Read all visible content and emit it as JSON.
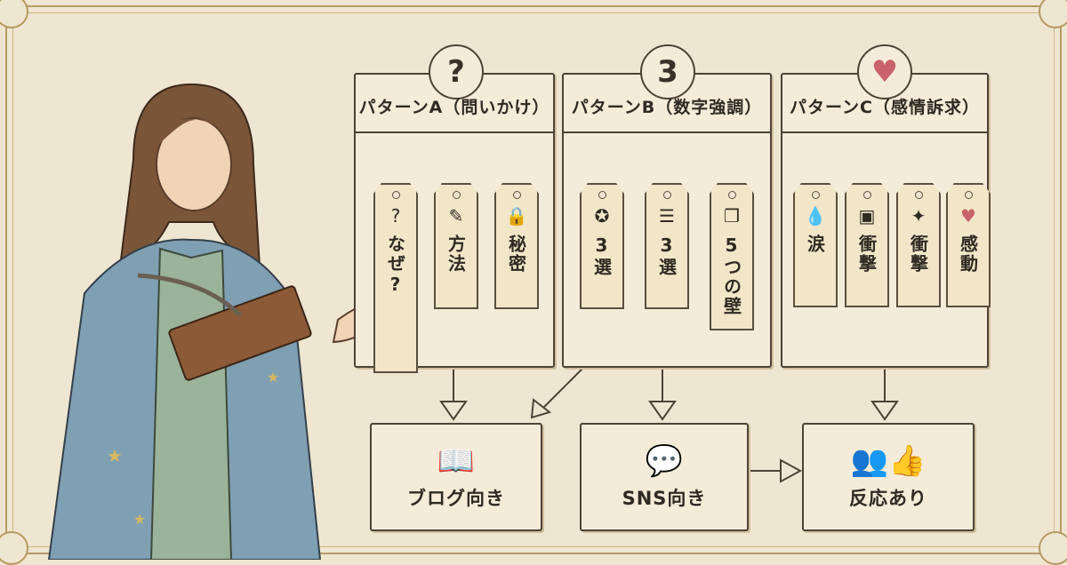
{
  "colors": {
    "parchment": "#efe6d2",
    "ink": "#4d4335",
    "accent_heart": "#c9626a"
  },
  "patterns": [
    {
      "badge_icon": "question-icon",
      "badge": "?",
      "title": "パターンA（問いかけ）",
      "tags": [
        {
          "icon": "question-bubble-icon",
          "symbol": "?",
          "word": "なぜ?"
        },
        {
          "icon": "pencil-note-icon",
          "symbol": "✎",
          "word": "方法"
        },
        {
          "icon": "lock-icon",
          "symbol": "🔒",
          "word": "秘密"
        }
      ]
    },
    {
      "badge_icon": "number-three-icon",
      "badge": "3",
      "title": "パターンB（数字強調）",
      "tags": [
        {
          "icon": "medal-icon",
          "symbol": "✪",
          "word": "3選"
        },
        {
          "icon": "list-icon",
          "symbol": "☰",
          "word": "3選"
        },
        {
          "icon": "stacked-cards-icon",
          "symbol": "❐",
          "word": "5つの壁"
        }
      ]
    },
    {
      "badge_icon": "heart-icon",
      "badge": "♥",
      "title": "パターンC（感情訴求）",
      "tags": [
        {
          "icon": "tears-icon",
          "symbol": "💧",
          "word": "涙"
        },
        {
          "icon": "monitor-chart-icon",
          "symbol": "▣",
          "word": "衝撃"
        },
        {
          "icon": "sparkle-icon",
          "symbol": "✦",
          "word": "衝撃"
        },
        {
          "icon": "heart-icon",
          "symbol": "♥",
          "word": "感動"
        }
      ]
    }
  ],
  "results": [
    {
      "icon": "open-book-icon",
      "symbol": "📖",
      "label": "ブログ向き"
    },
    {
      "icon": "chat-bubbles-icon",
      "symbol": "💬",
      "label": "SNS向き"
    },
    {
      "icon": "people-thumbs-up-icon",
      "symbol": "👥👍",
      "label": "反応あり"
    }
  ]
}
